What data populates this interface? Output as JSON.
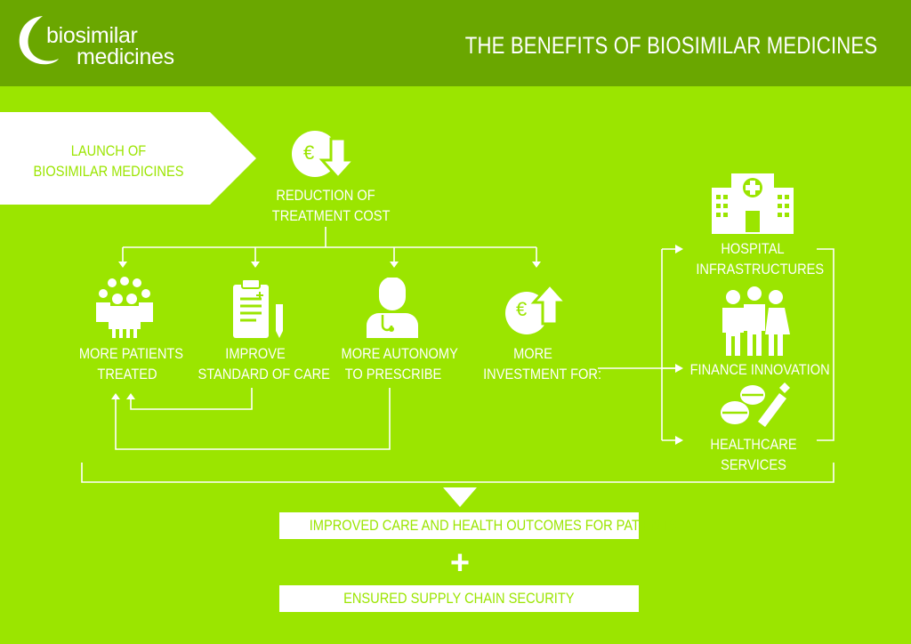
{
  "header": {
    "logo_line1": "biosimilar",
    "logo_line2": "medicines",
    "title": "THE BENEFITS OF BIOSIMILAR MEDICINES"
  },
  "launch": {
    "line1": "LAUNCH OF",
    "line2": "BIOSIMILAR MEDICINES"
  },
  "reduction": {
    "line1": "REDUCTION OF",
    "line2": "TREATMENT COST"
  },
  "benefits": {
    "patients": {
      "line1": "MORE PATIENTS",
      "line2": "TREATED"
    },
    "standard": {
      "line1": "IMPROVE",
      "line2": "STANDARD OF CARE"
    },
    "autonomy": {
      "line1": "MORE AUTONOMY",
      "line2": "TO PRESCRIBE"
    },
    "investment": {
      "line1": "MORE",
      "line2": "INVESTMENT FOR:"
    }
  },
  "investment_targets": {
    "hospital": {
      "line1": "HOSPITAL",
      "line2": "INFRASTRUCTURES"
    },
    "innovation": "FINANCE INNOVATION",
    "healthcare": {
      "line1": "HEALTHCARE",
      "line2": "SERVICES"
    }
  },
  "outcomes": {
    "care": "IMPROVED CARE AND HEALTH OUTCOMES FOR PATIENTS",
    "plus": "+",
    "supply": "ENSURED SUPPLY CHAIN SECURITY"
  },
  "icons": {
    "euro_symbol": "€",
    "logo": "biosimilar-medicines-logo",
    "cost": "euro-coin-down-arrow-icon",
    "patients": "group-of-people-icon",
    "standard": "clipboard-pen-icon",
    "autonomy": "doctor-stethoscope-icon",
    "investment": "euro-coin-up-arrow-icon",
    "hospital": "hospital-building-icon",
    "innovation": "medical-staff-icon",
    "healthcare": "pills-syringe-icon"
  },
  "colors": {
    "header": "#6aa700",
    "background": "#9be500",
    "white": "#ffffff"
  }
}
